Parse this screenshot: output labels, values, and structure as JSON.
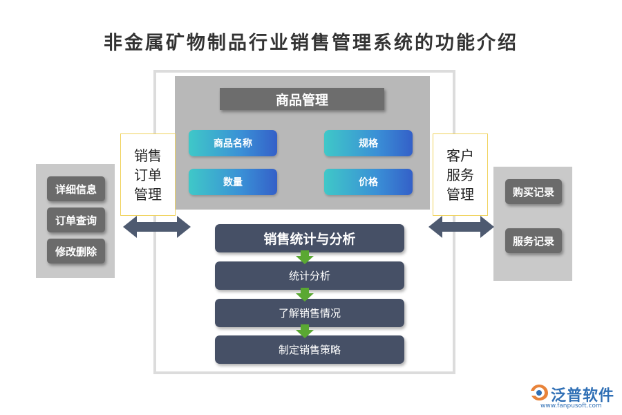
{
  "title": "非金属矿物制品行业销售管理系统的功能介绍",
  "center": {
    "product": {
      "header": "商品管理",
      "items": [
        "商品名称",
        "规格",
        "数量",
        "价格"
      ]
    },
    "flow": {
      "header": "销售统计与分析",
      "steps": [
        "统计分析",
        "了解销售情况",
        "制定销售策略"
      ]
    }
  },
  "left": {
    "label": "销售\n订单\n管理",
    "items": [
      "详细信息",
      "订单查询",
      "修改删除"
    ]
  },
  "right": {
    "label": "客户\n服务\n管理",
    "items": [
      "购买记录",
      "服务记录"
    ]
  },
  "logo": {
    "name": "泛普软件",
    "url": "www.fanpusoft.com"
  },
  "colors": {
    "flow_box": "#465066",
    "flow_arrow": "#5aa832",
    "double_arrow": "#4e5a70",
    "pill_start": "#3fc8c8",
    "pill_end": "#3460c8",
    "label_border": "#f0d25a"
  }
}
